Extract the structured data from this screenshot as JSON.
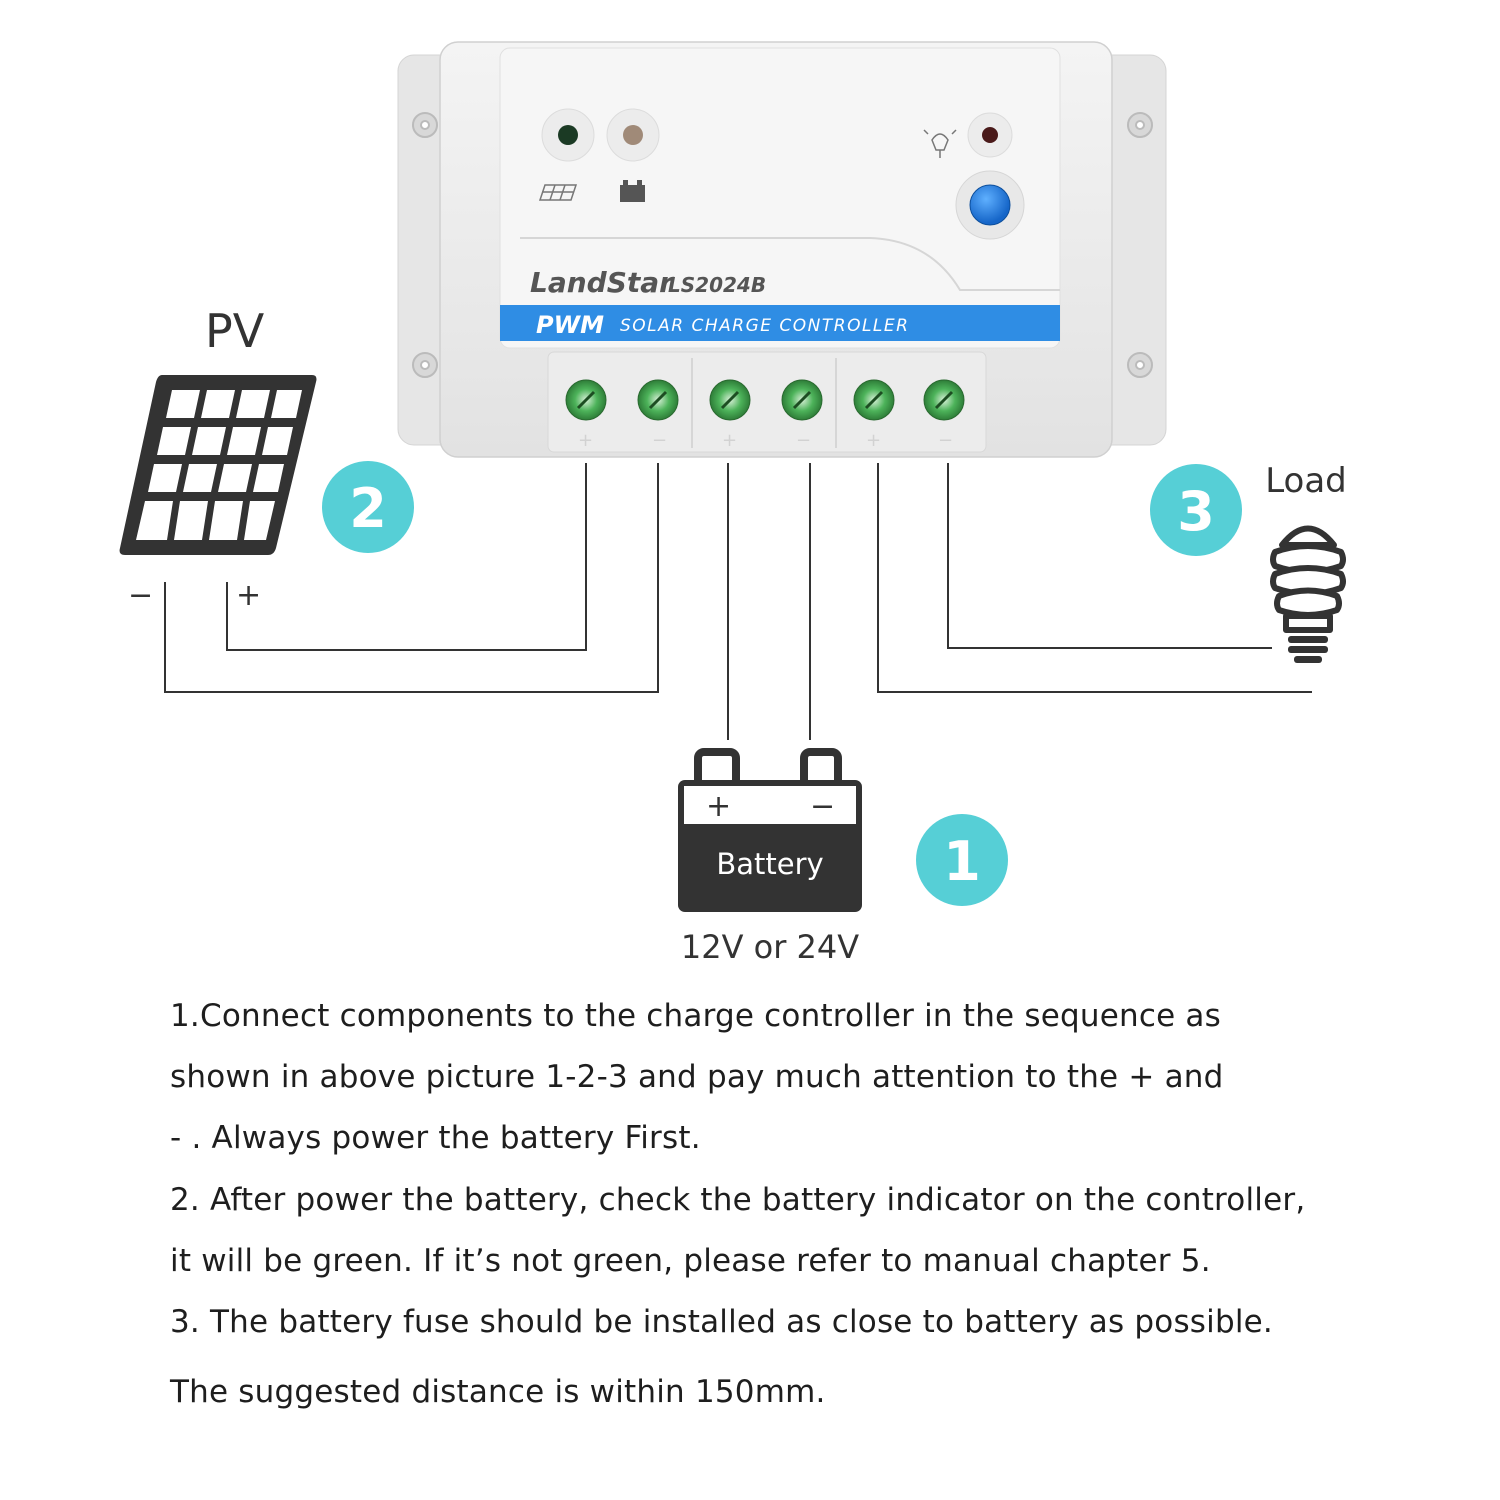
{
  "controller": {
    "brand": "LandStar",
    "model": "LS2024B",
    "pwm": "PWM",
    "subtitle": "SOLAR CHARGE CONTROLLER"
  },
  "pv": {
    "label": "PV",
    "minus": "−",
    "plus": "+",
    "step": "2"
  },
  "battery": {
    "label": "Battery",
    "plus": "+",
    "minus": "−",
    "voltage": "12V or 24V",
    "step": "1"
  },
  "load": {
    "label": "Load",
    "step": "3"
  },
  "instructions": [
    "1.Connect components to the charge controller in the sequence as",
    "shown in above picture 1-2-3 and pay much attention to the + and",
    "- . Always power the battery First.",
    "2. After power the battery, check the battery indicator on the controller,",
    "it will be green. If it’s not green, please refer to manual chapter 5.",
    "3. The battery fuse should be installed as close to battery as possible.",
    "The suggested distance is within 150mm."
  ],
  "colors": {
    "step_badge": "#56cfd6",
    "banner": "#2f8de4",
    "device_body": "#eeeeee",
    "dark_icon": "#333333",
    "terminal_green": "#3aa54a",
    "power_button": "#1f7fe0"
  },
  "icons": [
    "solar-panel-icon",
    "battery-icon",
    "bulb-icon",
    "sun-icon",
    "lamp-icon"
  ]
}
